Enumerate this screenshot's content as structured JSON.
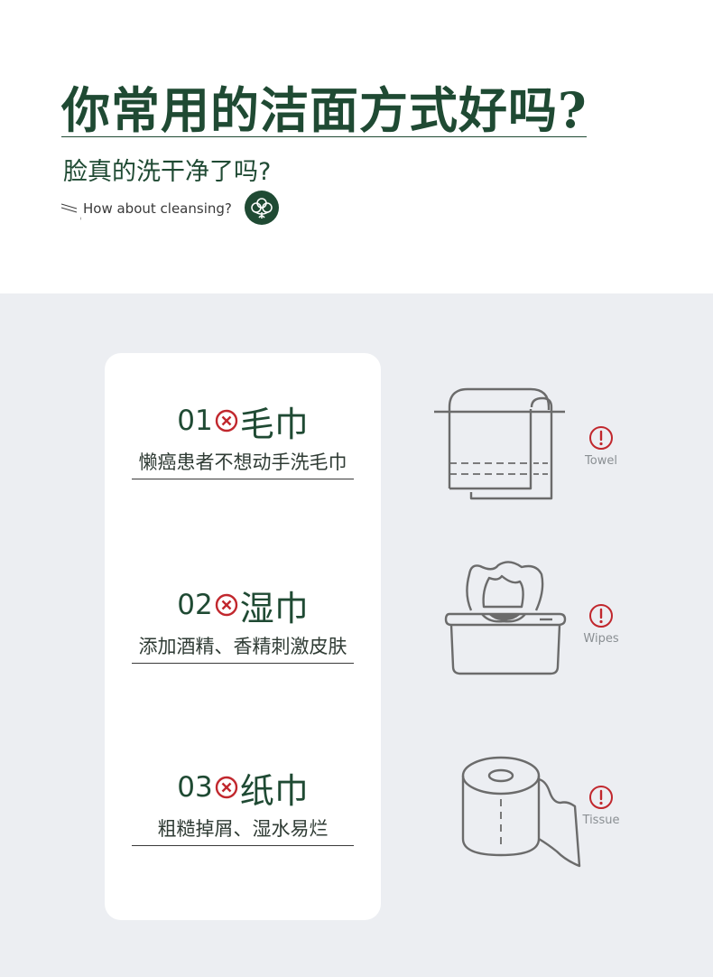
{
  "header": {
    "title": "你常用的洁面方式好吗?",
    "subtitle": "脸真的洗干净了吗?",
    "english": "How about cleansing?"
  },
  "items": [
    {
      "num": "01",
      "name": "毛巾",
      "desc": "懒癌患者不想动手洗毛巾",
      "label": "Towel",
      "icon": "towel-icon"
    },
    {
      "num": "02",
      "name": "湿巾",
      "desc": "添加酒精、香精刺激皮肤",
      "label": "Wipes",
      "icon": "wipes-icon"
    },
    {
      "num": "03",
      "name": "纸巾",
      "desc": "粗糙掉屑、湿水易烂",
      "label": "Tissue",
      "icon": "tissue-icon"
    }
  ],
  "colors": {
    "brand_green": "#1f4a33",
    "warning_red": "#c1272d",
    "panel_bg": "#eceef2",
    "icon_gray": "#6b6b6b"
  }
}
